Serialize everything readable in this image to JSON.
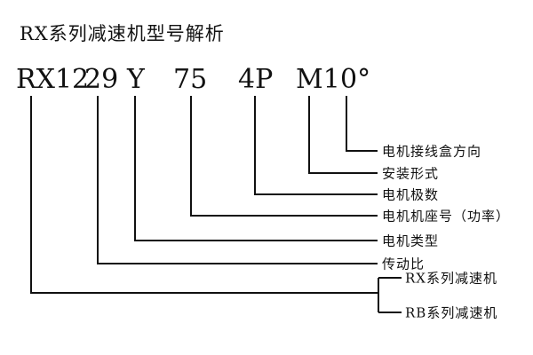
{
  "title": "RX系列减速机型号解析",
  "model_code": {
    "segments": [
      "RX12",
      "29",
      "Y",
      "75",
      "4P",
      "M1",
      "0°"
    ]
  },
  "callouts": {
    "junction_box_direction": "电机接线盒方向",
    "mounting_type": "安装形式",
    "motor_poles": "电机极数",
    "motor_frame_power": "电机机座号（功率）",
    "motor_type": "电机类型",
    "ratio": "传动比",
    "rx_series": "RX系列减速机",
    "rb_series": "RB系列减速机"
  }
}
